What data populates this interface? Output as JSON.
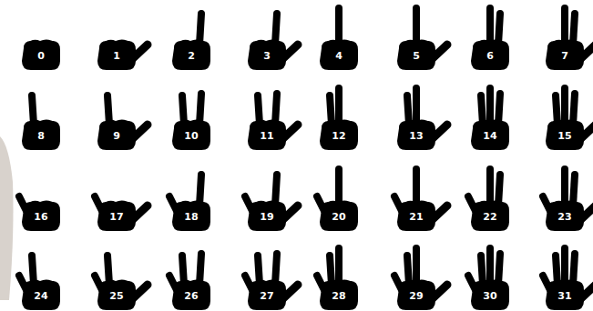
{
  "diagram": {
    "nodes": [
      {
        "text": [
          "0"
        ]
      },
      {
        "text": [
          "1"
        ]
      },
      {
        "text": [
          "2"
        ]
      },
      {
        "text": [
          "3"
        ]
      },
      {
        "text": [
          "4"
        ]
      },
      {
        "text": [
          "5"
        ]
      },
      {
        "text": [
          "6"
        ]
      },
      {
        "text": [
          "7"
        ]
      },
      {
        "text": [
          "8"
        ]
      },
      {
        "text": [
          "9"
        ]
      },
      {
        "text": [
          "10"
        ]
      },
      {
        "text": [
          "11"
        ]
      },
      {
        "text": [
          "12"
        ]
      },
      {
        "text": [
          "13"
        ]
      },
      {
        "text": [
          "14"
        ]
      },
      {
        "text": [
          "15"
        ]
      },
      {
        "text": [
          "16"
        ]
      },
      {
        "text": [
          "17"
        ]
      },
      {
        "text": [
          "18"
        ]
      },
      {
        "text": [
          "19"
        ]
      },
      {
        "text": [
          "20"
        ]
      },
      {
        "text": [
          "21"
        ]
      },
      {
        "text": [
          "22"
        ]
      },
      {
        "text": [
          "23"
        ]
      },
      {
        "text": [
          "24"
        ]
      },
      {
        "text": [
          "25"
        ]
      },
      {
        "text": [
          "26"
        ]
      },
      {
        "text": [
          "27"
        ]
      },
      {
        "text": [
          "28"
        ]
      },
      {
        "text": [
          "29"
        ]
      },
      {
        "text": [
          "30"
        ]
      },
      {
        "text": [
          "31"
        ]
      }
    ]
  }
}
